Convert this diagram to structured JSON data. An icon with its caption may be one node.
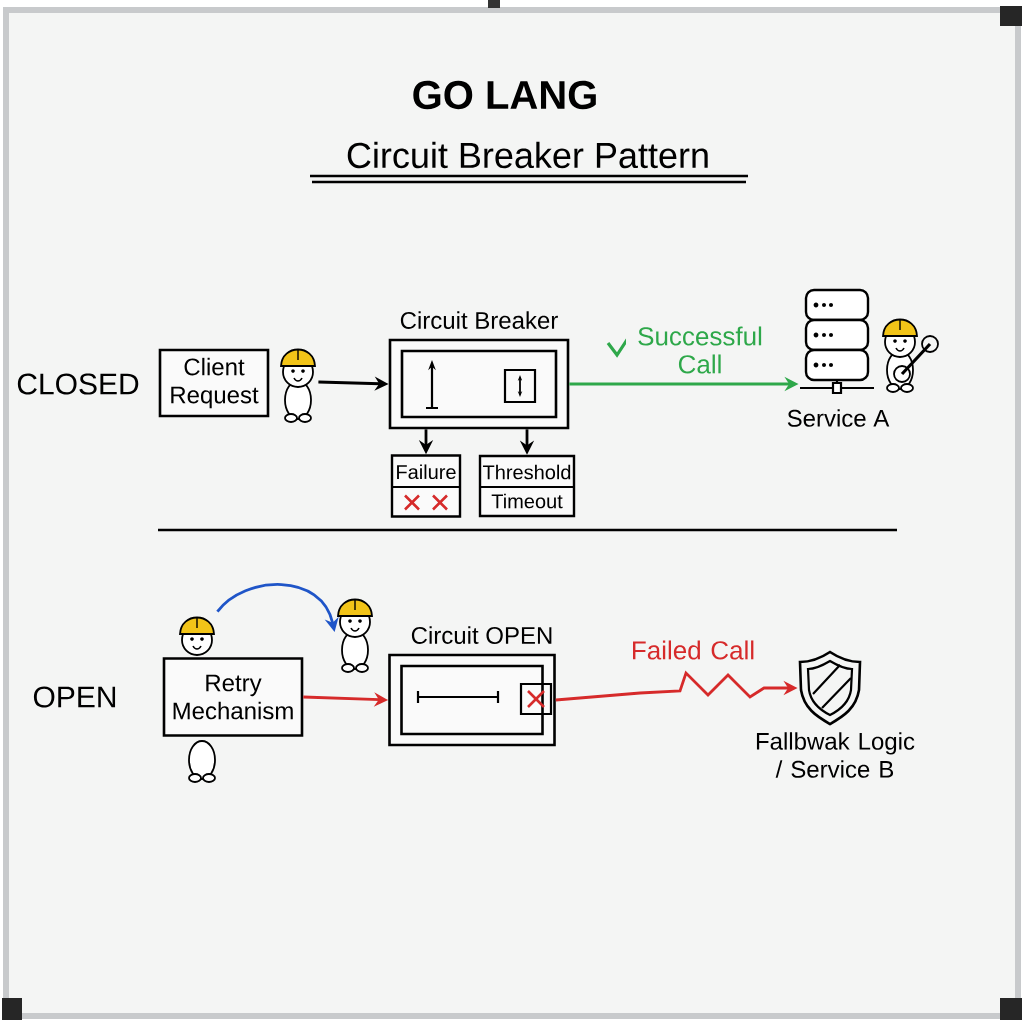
{
  "diagram": {
    "title": "GO LANG",
    "nodes": [
      {
        "text": [
          "Client Request"
        ]
      },
      {
        "text": [
          "Circuit Breaker"
        ]
      },
      {
        "text": [
          "Failure"
        ]
      },
      {
        "text": [
          "Threshold",
          "Timeout"
        ]
      },
      {
        "text": [
          "Service A"
        ]
      },
      {
        "text": [
          "Retry Mechanism"
        ]
      },
      {
        "text": [
          "Circuit OPEN"
        ]
      },
      {
        "text": [
          "Fallbwak Logic / Service B"
        ]
      },
      {
        "text": [],
        "shape": "person"
      },
      {
        "text": [],
        "shape": "person"
      },
      {
        "text": [],
        "shape": "person"
      }
    ],
    "edges": [
      {
        "from": 8,
        "to": 1,
        "arrow": "to"
      },
      {
        "from": 1,
        "to": 2,
        "arrow": "to"
      },
      {
        "from": 1,
        "to": 3,
        "arrow": "to"
      },
      {
        "from": 1,
        "to": 4,
        "arrow": "to",
        "label": "Successful Call",
        "color": "#2ea84a"
      },
      {
        "from": 5,
        "to": 6,
        "arrow": "to",
        "color": "#d62a2a"
      },
      {
        "from": 6,
        "to": 7,
        "arrow": "to",
        "label": "Failed Call",
        "color": "#d62a2a"
      },
      {
        "from": 9,
        "to": 10,
        "arrow": "to",
        "color": "#1f55c8"
      }
    ],
    "labels": [
      "Circuit Breaker Pattern",
      "CLOSED",
      "OPEN"
    ]
  }
}
